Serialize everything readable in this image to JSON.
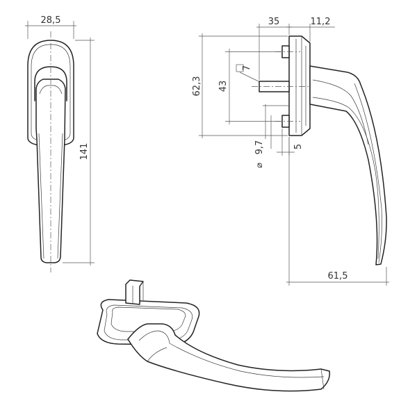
{
  "dimensions": {
    "width_front": "28,5",
    "height_total": "141",
    "depth_base": "35",
    "depth_rose": "11,2",
    "height_rose": "62,3",
    "screw_distance": "43",
    "spindle": "7",
    "screw_diameter": "9,7",
    "screw_offset": "5",
    "handle_depth": "61,5"
  }
}
